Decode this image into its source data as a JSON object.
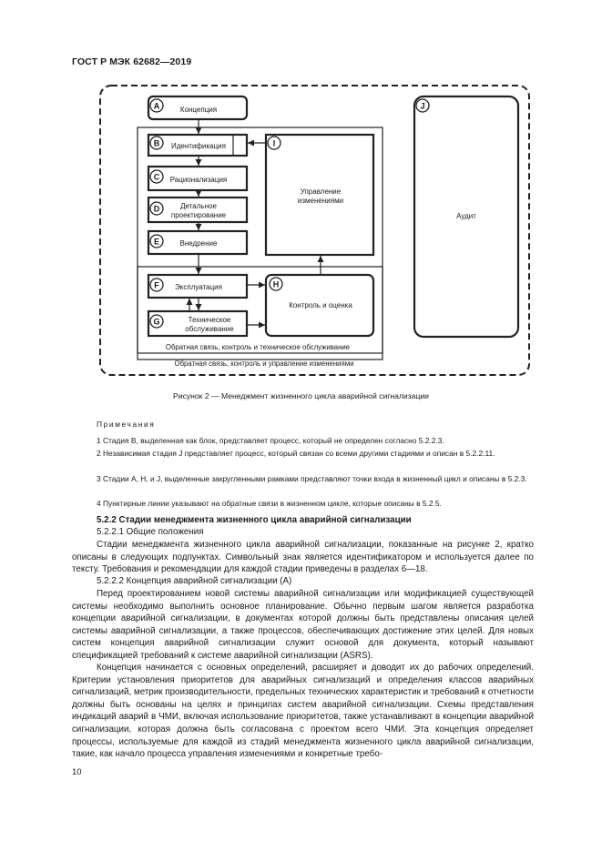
{
  "header": {
    "title": "ГОСТ Р МЭК 62682—2019"
  },
  "figure": {
    "stages": [
      {
        "letter": "A",
        "label": "Концепция"
      },
      {
        "letter": "B",
        "label": "Идентификация"
      },
      {
        "letter": "C",
        "label": "Рационализация"
      },
      {
        "letter": "D",
        "label_lines": [
          "Детальное",
          "проектирование"
        ]
      },
      {
        "letter": "E",
        "label": "Внедрение"
      },
      {
        "letter": "F",
        "label": "Эксплуатация"
      },
      {
        "letter": "G",
        "label_lines": [
          "Техническое",
          "обслуживание"
        ]
      },
      {
        "letter": "H",
        "label": "Контроль и оценка"
      },
      {
        "letter": "I",
        "label_lines": [
          "Управление",
          "изменениями"
        ]
      },
      {
        "letter": "J",
        "label": "Аудит"
      }
    ],
    "inner_loop_label": "Обратная связь, контроль и техническое обслуживание",
    "outer_loop_label": "Обратная связь, контроль и управление изменениями",
    "caption": "Рисунок 2 — Менеджмент жизненного цикла аварийной сигнализации"
  },
  "notes": {
    "heading": "Примечания",
    "items": [
      "1 Стадия B, выделенная как блок, представляет процесс, который не определен согласно 5.2.2.3.",
      "2 Независимая стадия J представляет процесс, который связан со всеми другими стадиями и описан в 5.2.2.11.",
      "3 Стадии A, H, и J, выделенные закругленными рамками представляют точки входа в жизненный цикл и описаны в 5.2.3.",
      "4 Пунктирные линии указывают на обратные связи в жизненном цикле, которые описаны в 5.2.5."
    ]
  },
  "section": {
    "heading": "5.2.2 Стадии менеджмента жизненного цикла аварийной сигнализации",
    "sub1": "5.2.2.1 Общие положения",
    "para1": "Стадии менеджмента жизненного цикла аварийной сигнализации, показанные на рисунке 2, кратко описаны в следующих подпунктах. Символьный знак является идентификатором и используется далее по тексту. Требования и рекомендации для каждой стадии приведены в разделах 6—18.",
    "sub2": "5.2.2.2 Концепция аварийной сигнализации (A)",
    "para2": "Перед проектированием новой системы аварийной сигнализации или модификацией существующей системы необходимо выполнить основное планирование. Обычно первым шагом является разработка концепции аварийной сигнализации, в документах которой должны быть представлены описания целей системы аварийной сигнализации, а также процессов, обеспечивающих достижение этих целей. Для новых систем концепция аварийной сигнализации служит основой для документа, который называют спецификацией требований к системе аварийной сигнализации (ASRS).",
    "para3": "Концепция начинается с основных определений, расширяет и доводит их до рабочих определений. Критерии установления приоритетов для аварийных сигнализаций и определения классов аварийных сигнализаций, метрик производительности, предельных технических характеристик и требований к отчетности должны быть основаны на целях и принципах систем аварийной сигнализации. Схемы представления индикаций аварий в ЧМИ, включая использование приоритетов, также устанавливают в концепции аварийной сигнализации, которая должна быть согласована с проектом всего ЧМИ. Эта концепция определяет процессы, используемые для каждой из стадий менеджмента жизненного цикла аварийной сигнализации, такие, как начало процесса управления изменениями и конкретные требо-"
  },
  "page_number": "10"
}
